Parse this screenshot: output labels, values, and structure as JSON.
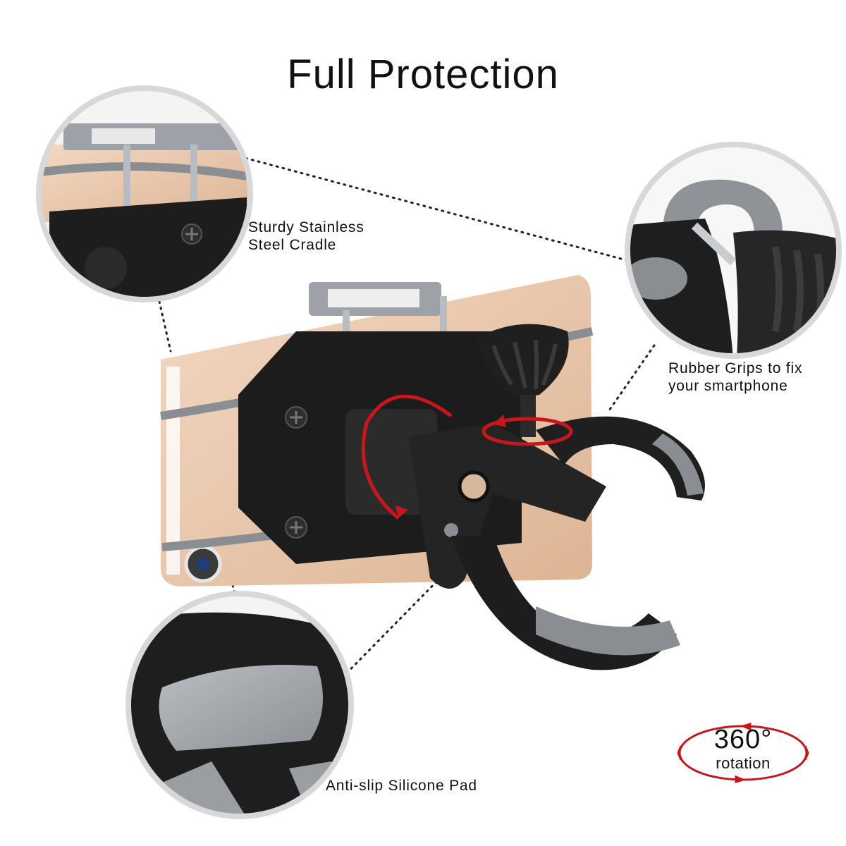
{
  "heading": "Full Protection",
  "callouts": {
    "cradle_line1": "Sturdy Stainless",
    "cradle_line2": "Steel Cradle",
    "grips_line1": "Rubber Grips to fix",
    "grips_line2": "your smartphone",
    "pad": "Anti-slip Silicone Pad"
  },
  "rotation_badge": {
    "value": "360°",
    "caption": "rotation"
  },
  "colors": {
    "arrow_red": "#c8161d",
    "phone_gold": "#e9c6a8",
    "body_black": "#1c1c1c",
    "band_gray": "#8a8d92"
  }
}
